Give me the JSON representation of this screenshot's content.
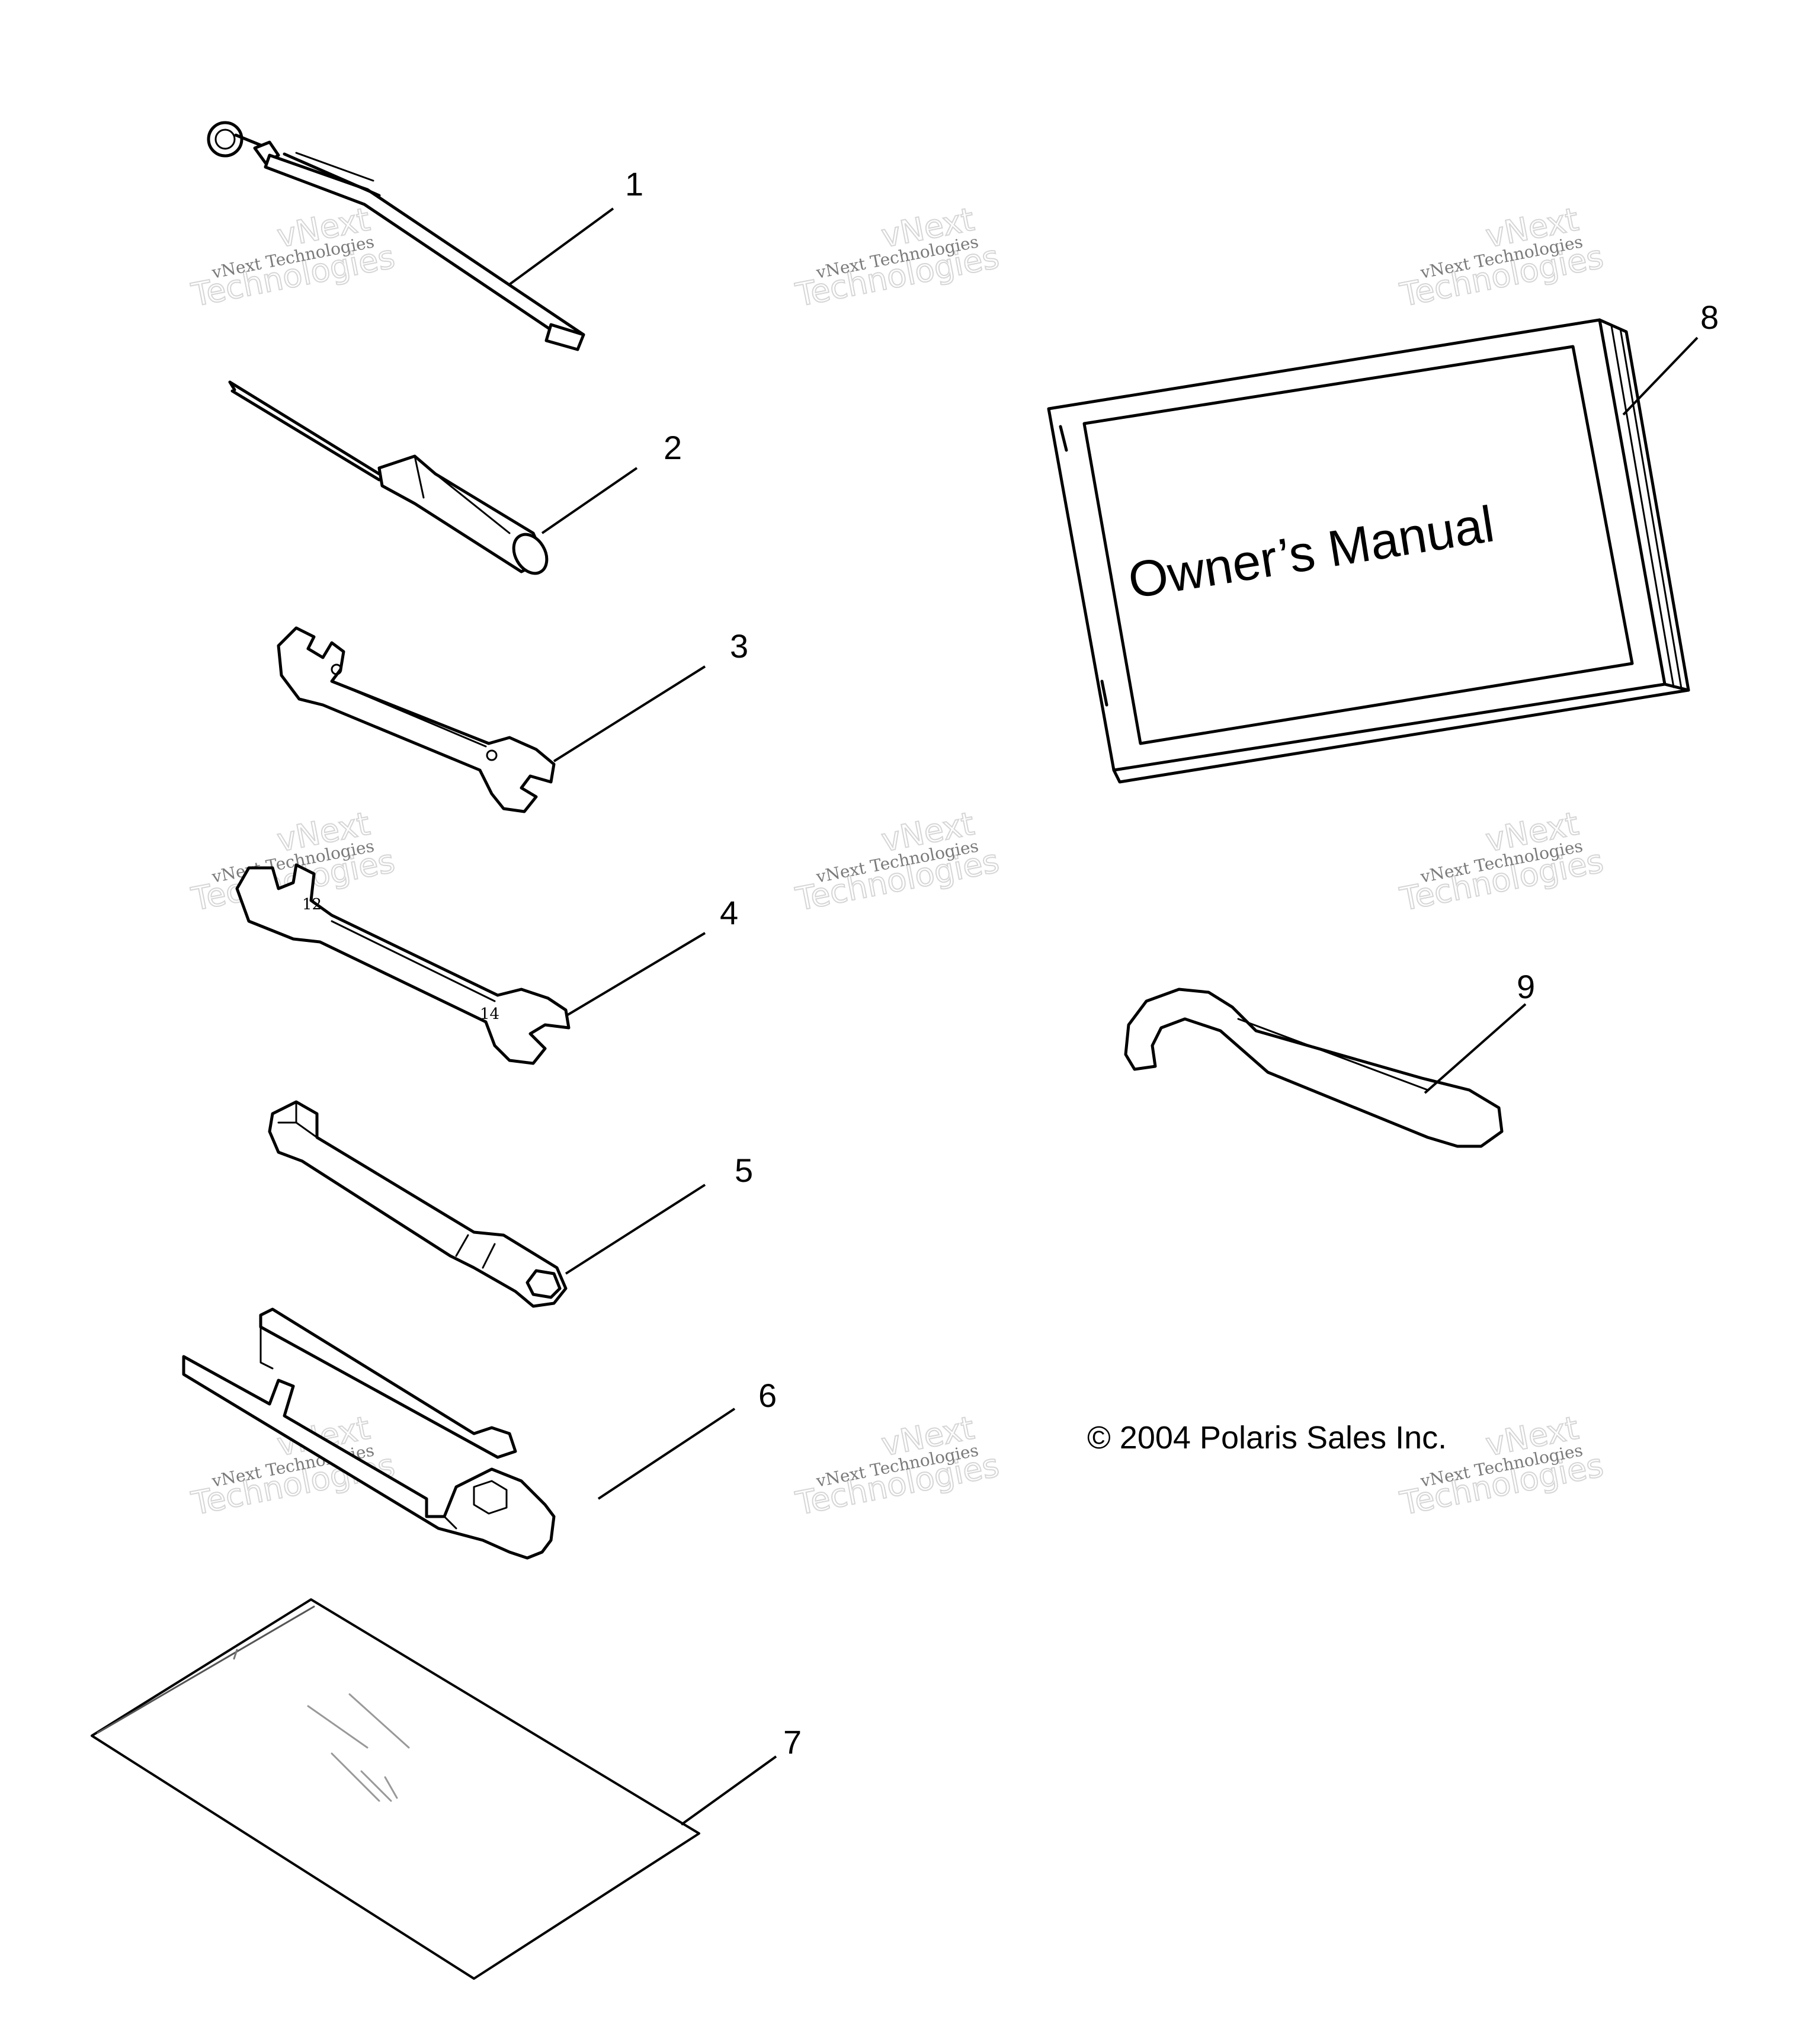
{
  "callouts": [
    "1",
    "2",
    "3",
    "4",
    "5",
    "6",
    "7",
    "8",
    "9"
  ],
  "manual_title": "Owner’s Manual",
  "copyright": "© 2004 Polaris Sales Inc.",
  "watermark": {
    "small": "vNext Technologies",
    "big_line1": "vNext",
    "big_line2": "Technologies"
  },
  "parts": [
    {
      "id": "1",
      "icon": "tire-pressure-gauge-icon"
    },
    {
      "id": "2",
      "icon": "screwdriver-icon"
    },
    {
      "id": "3",
      "icon": "open-end-wrench-icon"
    },
    {
      "id": "4",
      "icon": "open-end-wrench-icon"
    },
    {
      "id": "5",
      "icon": "spark-plug-socket-wrench-icon"
    },
    {
      "id": "6",
      "icon": "tool-holder-icon"
    },
    {
      "id": "7",
      "icon": "plastic-bag-icon"
    },
    {
      "id": "8",
      "icon": "owners-manual-icon"
    },
    {
      "id": "9",
      "icon": "spanner-wrench-icon"
    }
  ]
}
